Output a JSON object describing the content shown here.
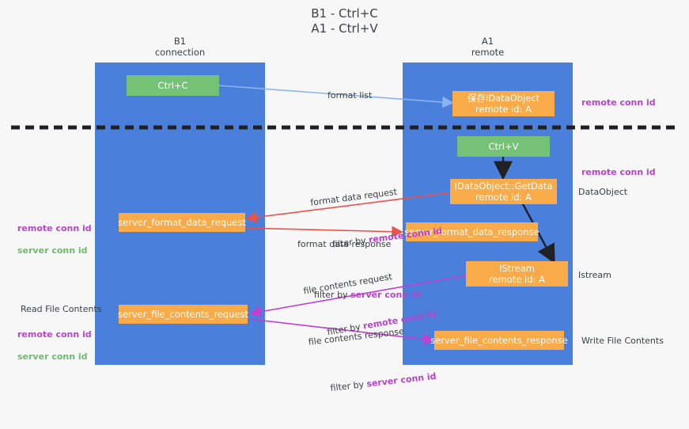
{
  "title": "B1 - Ctrl+C\nA1 - Ctrl+V",
  "columns": [
    {
      "name": "B1",
      "sub": "connection"
    },
    {
      "name": "A1",
      "sub": "remote"
    }
  ],
  "nodes": {
    "ctrl_c": "Ctrl+C",
    "save_dataobject": "保存IDataObject\nremote id: A",
    "ctrl_v": "Ctrl+V",
    "getdata": "IDataObject::GetData\nremote id: A",
    "server_format_data_request": "server_format_data_request",
    "server_format_data_response": "server_format_data_response",
    "istream": "IStream\nremote id: A",
    "server_file_contents_request": "server_file_contents_request",
    "server_file_contents_response": "server_file_contents_response"
  },
  "edge_labels": {
    "format_list": "format list",
    "format_data_request": "format data request",
    "format_data_request_filter_prefix": "filter by ",
    "format_data_request_filter_key": "remote conn id",
    "format_data_response": "format data response",
    "format_data_response_filter_prefix": "filter by ",
    "format_data_response_filter_key": "server conn id",
    "file_contents_request": "file contents request",
    "file_contents_request_filter_prefix": "filter by ",
    "file_contents_request_filter_key": "remote conn id",
    "file_contents_response": "file contents response",
    "file_contents_response_filter_prefix": "filter by ",
    "file_contents_response_filter_key": "server conn id"
  },
  "right_labels": {
    "remote_conn_id_top": "remote conn id",
    "remote_conn_id_mid": "remote conn id",
    "dataobject": "DataObject",
    "istream": "Istream",
    "write_file_contents": "Write File Contents"
  },
  "left_labels": {
    "conn_ids_mid_a": "remote conn id",
    "conn_ids_mid_b": "server conn id",
    "read_file_contents": "Read File Contents",
    "conn_ids_bottom_a": "remote conn id",
    "conn_ids_bottom_b": "server conn id"
  },
  "colors": {
    "lane": "#4a7fdc",
    "orange": "#f8ab48",
    "green": "#74c276",
    "purple": "#b545c9",
    "green_text": "#70b96f",
    "blue_arrow": "#8ab4f0",
    "red_arrow": "#e8534a",
    "magenta_arrow": "#c13fd0",
    "black_arrow": "#202124",
    "background": "#f7f7f7"
  }
}
